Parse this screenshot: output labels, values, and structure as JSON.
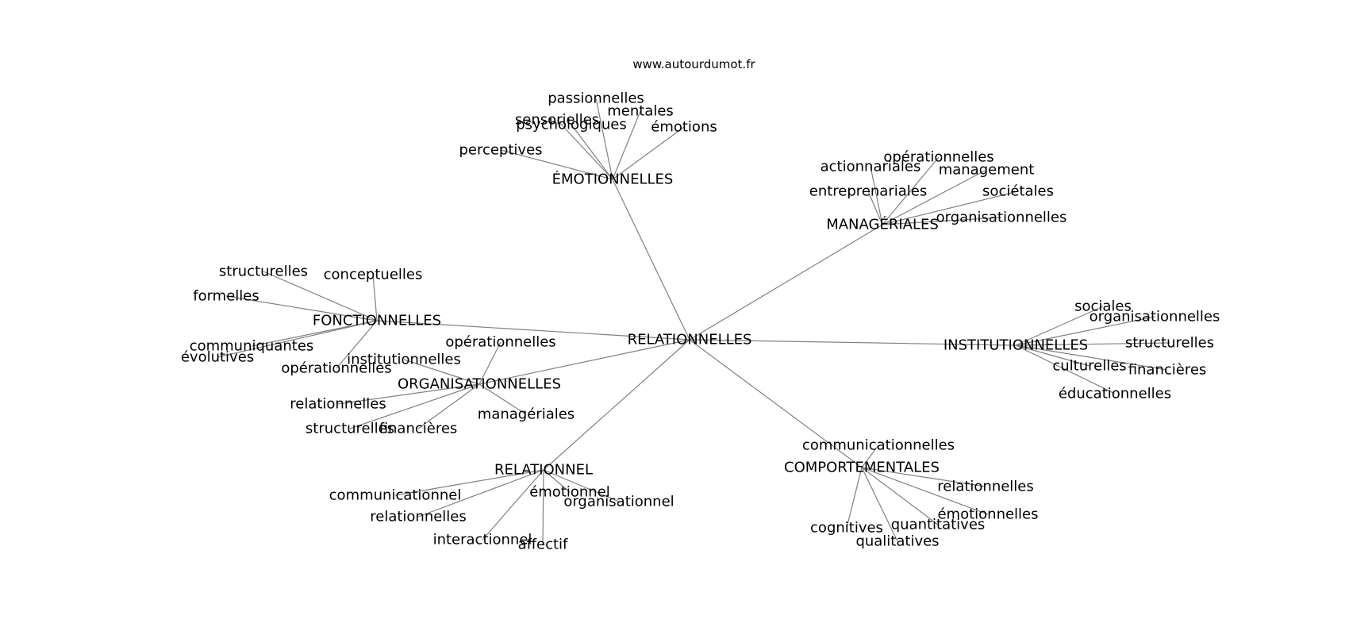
{
  "credit": "www.autourdumot.fr",
  "colors": {
    "edge": "#808080",
    "text": "#000000",
    "background": "#ffffff"
  },
  "graph": {
    "root": "RELATIONNELLES",
    "clusters": [
      {
        "hub": "ÉMOTIONNELLES",
        "leaves": [
          "passionnelles",
          "mentales",
          "sensorielles",
          "psychologiques",
          "émotions",
          "perceptives"
        ]
      },
      {
        "hub": "MANAGÉRIALES",
        "leaves": [
          "opérationnelles",
          "actionnariales",
          "management",
          "entreprenariales",
          "sociétales",
          "organisationnelles"
        ]
      },
      {
        "hub": "FONCTIONNELLES",
        "leaves": [
          "structurelles",
          "conceptuelles",
          "formelles",
          "communiquantes",
          "évolutives",
          "opérationnelles"
        ]
      },
      {
        "hub": "ORGANISATIONNELLES",
        "leaves": [
          "opérationnelles",
          "institutionnelles",
          "relationnelles",
          "managériales",
          "structurelles",
          "financières"
        ]
      },
      {
        "hub": "INSTITUTIONNELLES",
        "leaves": [
          "sociales",
          "organisationnelles",
          "structurelles",
          "financières",
          "culturelles",
          "éducationnelles"
        ]
      },
      {
        "hub": "RELATIONNEL",
        "leaves": [
          "émotionnel",
          "communicationnel",
          "organisationnel",
          "relationnelles",
          "interactionnel",
          "affectif"
        ]
      },
      {
        "hub": "COMPORTEMENTALES",
        "leaves": [
          "communicationnelles",
          "relationnelles",
          "émotionnelles",
          "quantitatives",
          "cognitives",
          "qualitatives"
        ]
      }
    ]
  }
}
